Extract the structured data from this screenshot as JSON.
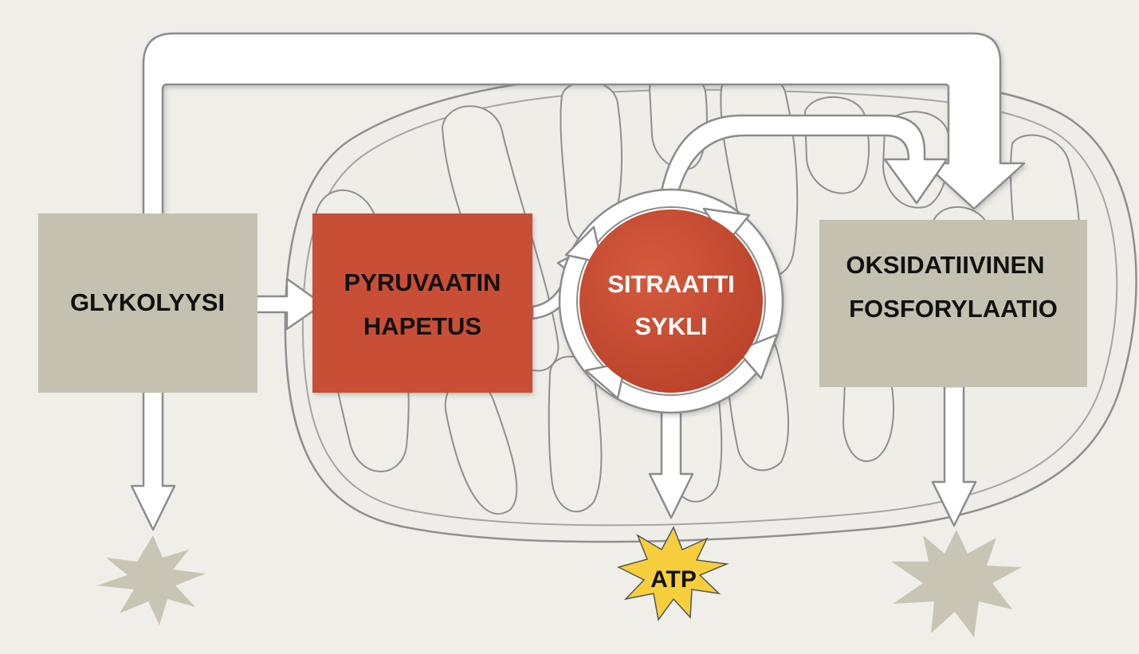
{
  "stages": {
    "glycolysis": {
      "label": "GLYKOLYYSI"
    },
    "pyruvate_oxidation": {
      "line1": "PYRUVAATIN",
      "line2": "HAPETUS"
    },
    "citric_acid_cycle": {
      "line1": "SITRAATTI",
      "line2": "SYKLI"
    },
    "oxidative_phosphorylation": {
      "line1": "OKSIDATIIVINEN",
      "line2": "FOSFORYLAATIO"
    }
  },
  "outputs": {
    "cycle_output": "ATP"
  },
  "colors": {
    "background": "#efeee9",
    "box_gray": "#c4c1b0",
    "box_red": "#c84f36",
    "star_gray": "#c8c5b4",
    "star_yellow": "#f7cf3c",
    "outline": "#8f8f8f"
  }
}
